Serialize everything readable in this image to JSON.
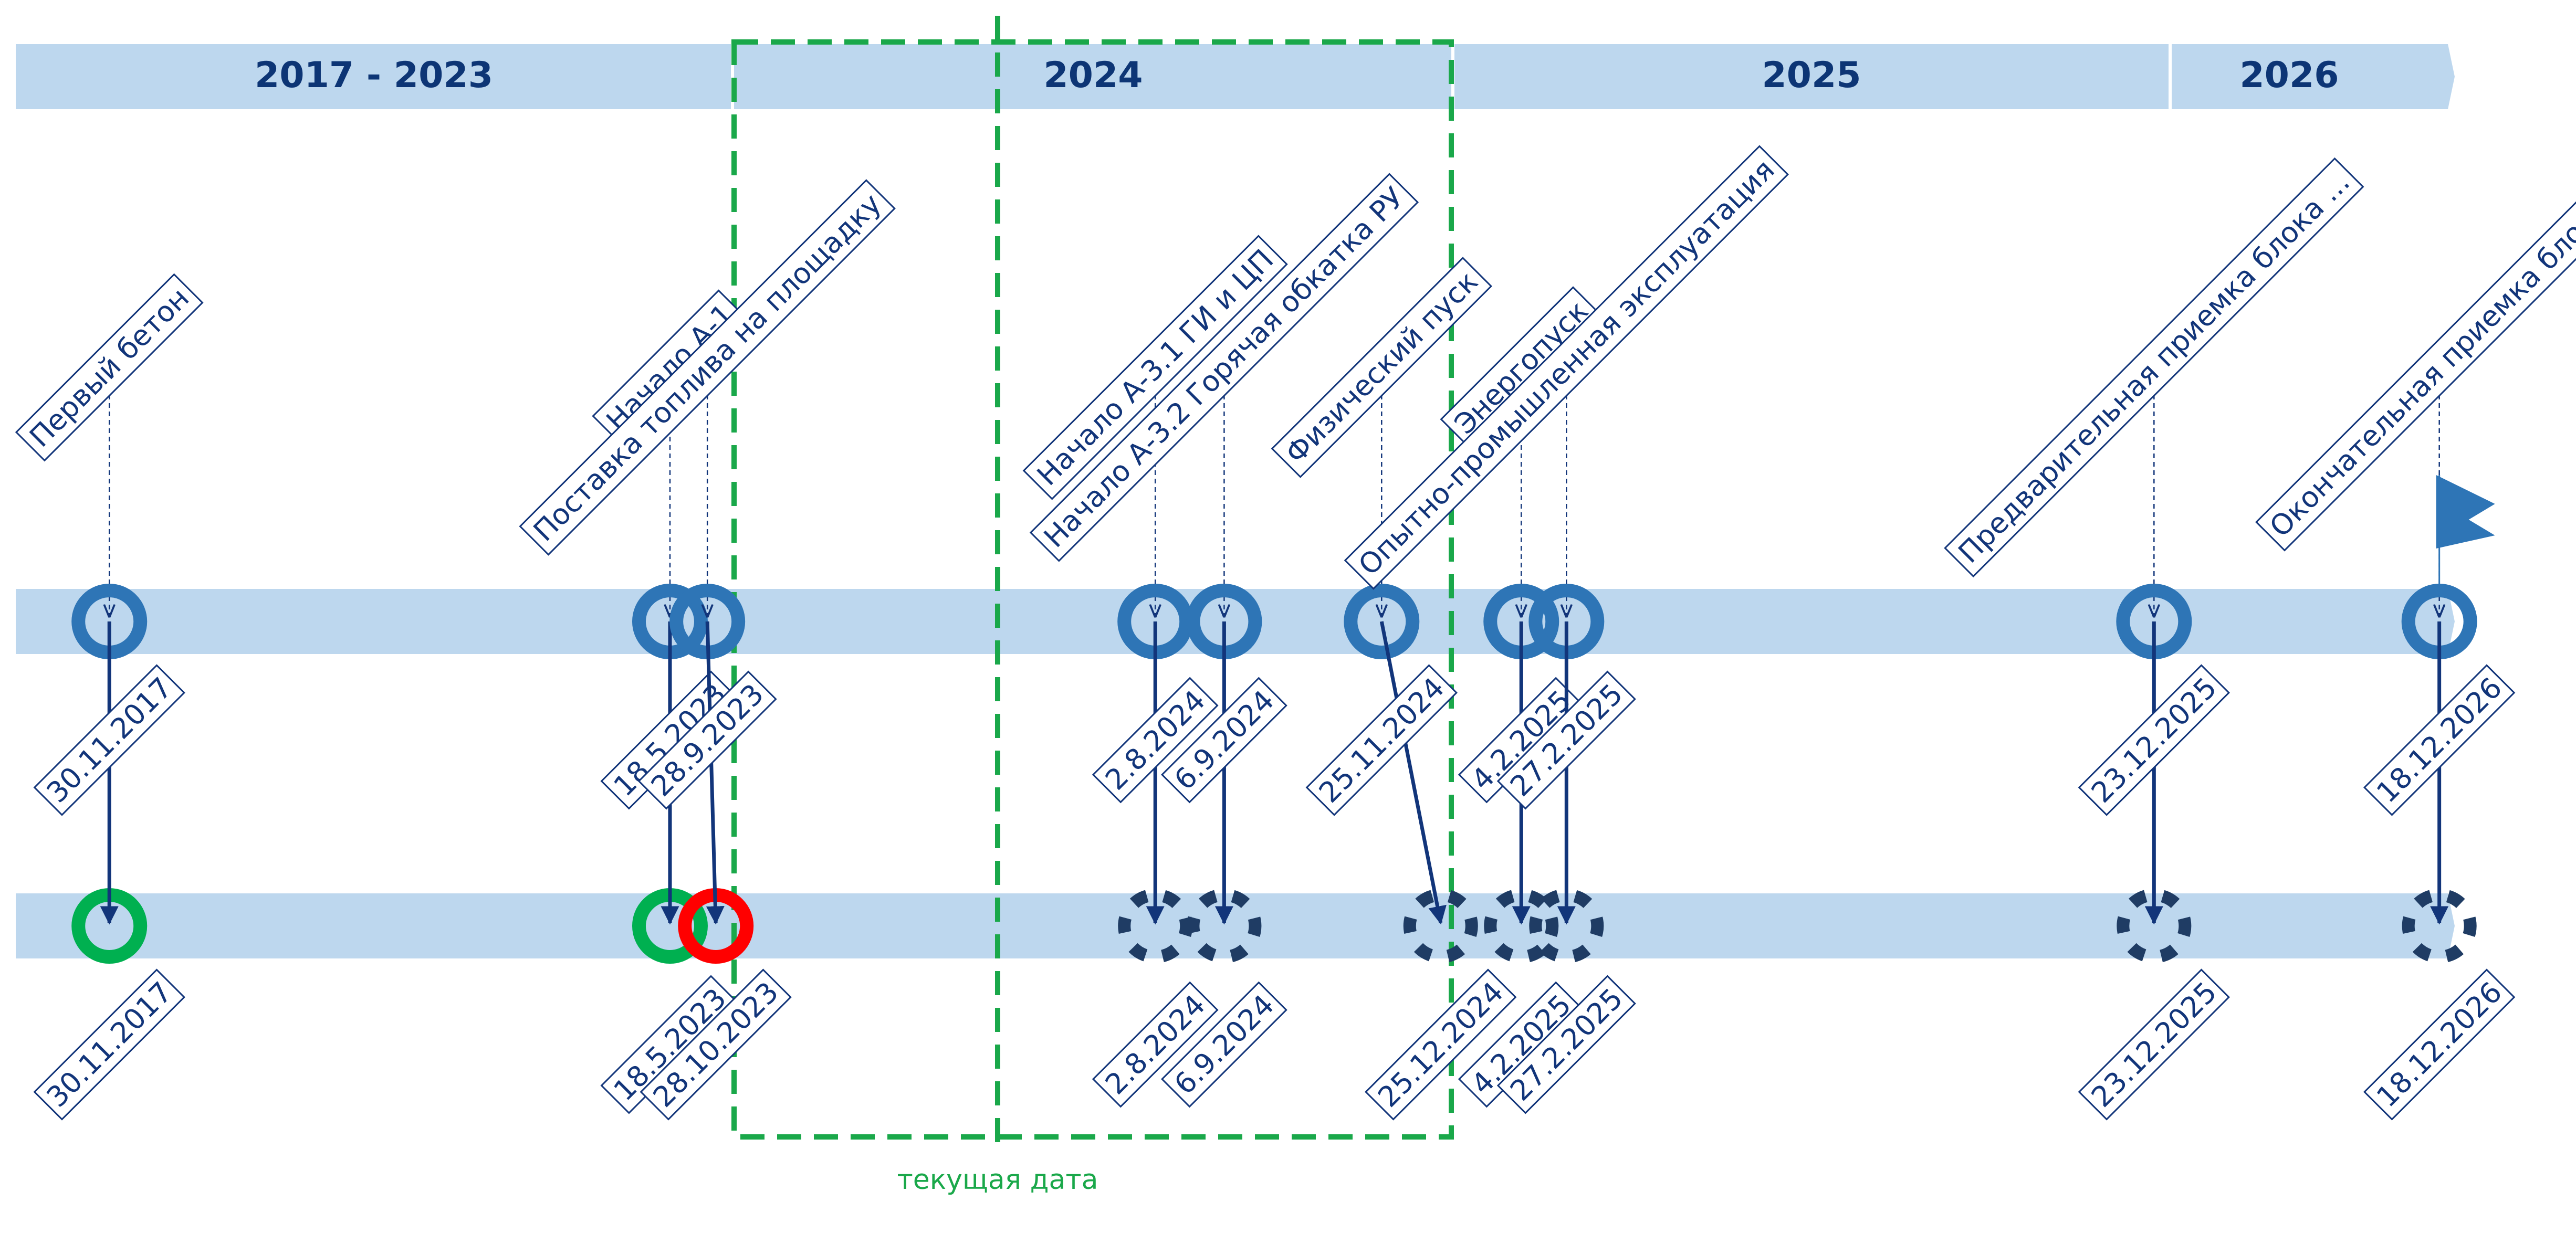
{
  "years": [
    {
      "label": "2017 - 2023"
    },
    {
      "label": "2024"
    },
    {
      "label": "2025"
    },
    {
      "label": "2026"
    }
  ],
  "today_label": "текущая дата",
  "colors": {
    "band": "#bdd7ee",
    "plan_ring": "#2e75b6",
    "done": "#00b050",
    "late": "#ff0000",
    "forecast": "#1f3c64",
    "arrow": "#12357a",
    "today_frame": "#1aa84a"
  },
  "milestones": [
    {
      "name": "Первый бетон",
      "plan_date": "30.11.2017",
      "actual_date": "30.11.2017",
      "actual_status": "done"
    },
    {
      "name": "Начало А-1",
      "plan_date": "18.5.2023",
      "actual_date": "18.5.2023",
      "actual_status": "done"
    },
    {
      "name": "Поставка топлива на площадку",
      "plan_date": "28.9.2023",
      "actual_date": "28.10.2023",
      "actual_status": "late"
    },
    {
      "name": "Начало А-3.1 ГИ и ЦП",
      "plan_date": "2.8.2024",
      "actual_date": "2.8.2024",
      "actual_status": "forecast"
    },
    {
      "name": "Начало А-3.2 Горячая обкатка РУ",
      "plan_date": "6.9.2024",
      "actual_date": "6.9.2024",
      "actual_status": "forecast"
    },
    {
      "name": "Физический пуск",
      "plan_date": "25.11.2024",
      "actual_date": "25.12.2024",
      "actual_status": "forecast"
    },
    {
      "name": "Энергопуск",
      "plan_date": "4.2.2025",
      "actual_date": "4.2.2025",
      "actual_status": "forecast"
    },
    {
      "name": "Опытно-промышленная эксплуатация",
      "plan_date": "27.2.2025",
      "actual_date": "27.2.2025",
      "actual_status": "forecast"
    },
    {
      "name": "Предварительная приемка блока ...",
      "plan_date": "23.12.2025",
      "actual_date": "23.12.2025",
      "actual_status": "forecast"
    },
    {
      "name": "Окончательная приемка блока",
      "plan_date": "18.12.2026",
      "actual_date": "18.12.2026",
      "actual_status": "forecast",
      "flag": true
    }
  ]
}
